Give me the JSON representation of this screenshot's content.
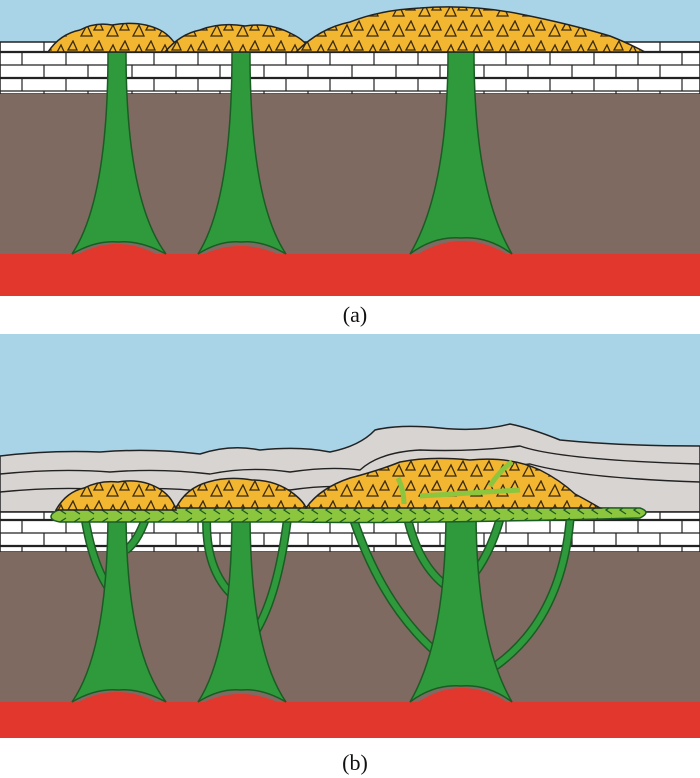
{
  "panels": [
    {
      "id": "a",
      "label": "(a)"
    },
    {
      "id": "b",
      "label": "(b)"
    }
  ],
  "colors": {
    "sky": "#a9d3e6",
    "limestone": "#ffffff",
    "mudstone": "#7e6a60",
    "basement": "#e2372c",
    "conduit": "#2e9a3c",
    "conduit_edge": "#1b5b24",
    "breccia": "#f2b631",
    "sill": "#8cc63f",
    "cover_strata": "#d8d4d2",
    "outline": "#222222"
  },
  "icons": [
    "triangle-breccia-icon",
    "chevron-arrow-icon"
  ]
}
